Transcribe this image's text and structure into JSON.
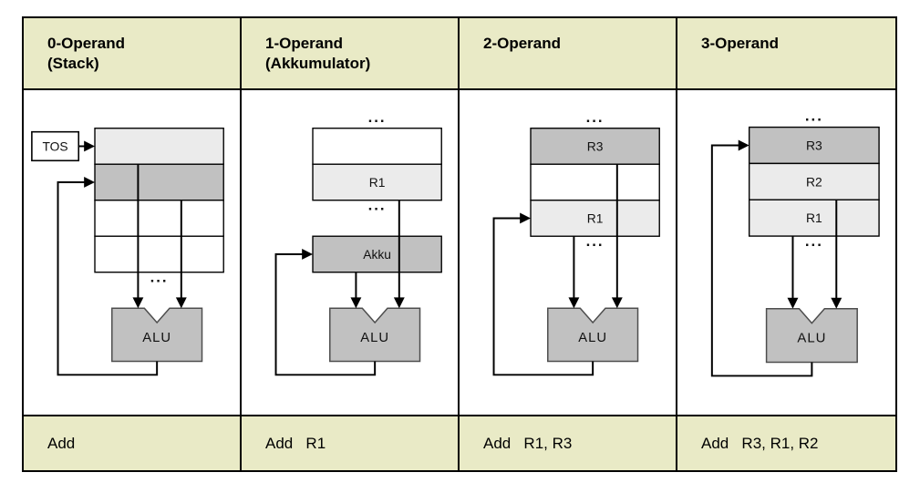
{
  "colors": {
    "page_bg": "#ffffff",
    "header_bg": "#e9eac6",
    "border": "#000000",
    "row_white": "#ffffff",
    "row_light": "#ebebeb",
    "row_mid": "#c1c1c1",
    "alu_fill": "#c1c1c1",
    "alu_stroke": "#4d4d4d",
    "line": "#000000",
    "text": "#111111"
  },
  "columns": [
    {
      "header": "0-Operand\n(Stack)",
      "instruction": "Add",
      "diagram": {
        "dots": "...",
        "dots_above": false,
        "dots_below": true,
        "tos_label": "TOS",
        "rows": [
          {
            "label": "",
            "shade": "light"
          },
          {
            "label": "",
            "shade": "mid"
          },
          {
            "label": "",
            "shade": "white"
          },
          {
            "label": "",
            "shade": "white"
          }
        ],
        "left_input_from": "row:0",
        "right_input_from": "row:1",
        "output_to": "row:1",
        "alu_label": "ALU"
      }
    },
    {
      "header": "1-Operand\n(Akkumulator)",
      "instruction": "Add   R1",
      "diagram": {
        "dots": "...",
        "dots_above": true,
        "dots_below": true,
        "rows": [
          {
            "label": "",
            "shade": "white"
          },
          {
            "label": "R1",
            "shade": "light"
          }
        ],
        "extra_box": {
          "label": "Akku",
          "shade": "mid"
        },
        "left_input_from": "extra",
        "right_input_from": "row:1",
        "output_to": "extra",
        "alu_label": "ALU"
      }
    },
    {
      "header": "2-Operand",
      "instruction": "Add   R1, R3",
      "diagram": {
        "dots": "...",
        "dots_above": true,
        "dots_below": true,
        "rows": [
          {
            "label": "R3",
            "shade": "mid"
          },
          {
            "label": "",
            "shade": "white"
          },
          {
            "label": "R1",
            "shade": "light"
          }
        ],
        "left_input_from": "box",
        "right_input_from": "row:0",
        "output_to": "row:2",
        "alu_label": "ALU"
      }
    },
    {
      "header": "3-Operand",
      "instruction": "Add   R3, R1, R2",
      "diagram": {
        "dots": "...",
        "dots_above": true,
        "dots_below": true,
        "rows": [
          {
            "label": "R3",
            "shade": "mid"
          },
          {
            "label": "R2",
            "shade": "light"
          },
          {
            "label": "R1",
            "shade": "light"
          }
        ],
        "left_input_from": "box",
        "right_input_from": "row:1",
        "output_to": "row:0",
        "alu_label": "ALU"
      }
    }
  ]
}
